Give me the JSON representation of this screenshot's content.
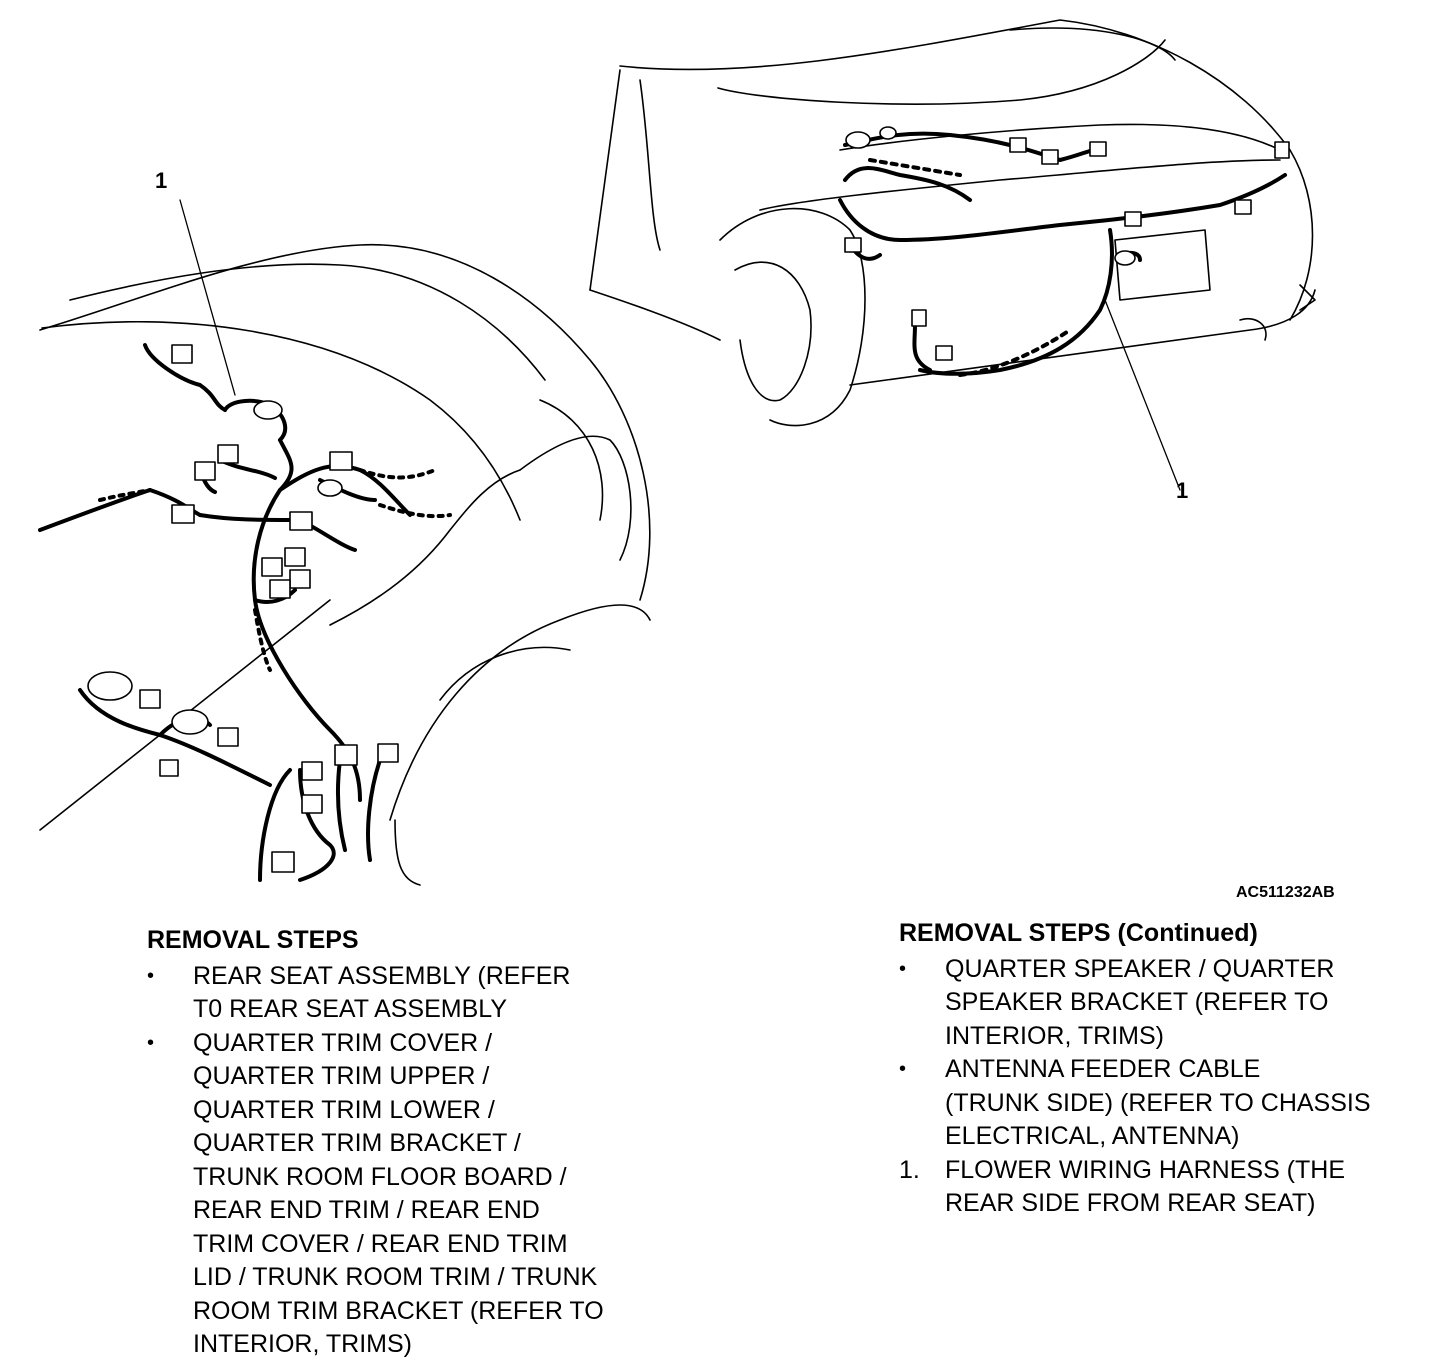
{
  "callouts": {
    "left": "1",
    "right": "1"
  },
  "figure_code": "AC511232AB",
  "left_steps": {
    "heading": "REMOVAL STEPS",
    "items": [
      {
        "marker": "•",
        "text": "REAR SEAT ASSEMBLY (REFER\nT0 REAR SEAT   ASSEMBLY"
      },
      {
        "marker": "•",
        "text": "QUARTER TRIM COVER /\nQUARTER TRIM UPPER /\nQUARTER TRIM LOWER /\nQUARTER TRIM BRACKET /\nTRUNK ROOM FLOOR BOARD /\nREAR END TRIM / REAR END\nTRIM COVER / REAR END TRIM\nLID / TRUNK ROOM TRIM / TRUNK\nROOM TRIM BRACKET (REFER TO\nINTERIOR, TRIMS)"
      }
    ]
  },
  "right_steps": {
    "heading": "REMOVAL STEPS (Continued)",
    "items": [
      {
        "marker": "•",
        "text": "QUARTER SPEAKER / QUARTER\nSPEAKER BRACKET (REFER TO\nINTERIOR, TRIMS)"
      },
      {
        "marker": "•",
        "text": "ANTENNA FEEDER CABLE\n(TRUNK SIDE) (REFER TO CHASSIS\nELECTRICAL, ANTENNA)"
      },
      {
        "marker": "1.",
        "text": "FLOWER WIRING HARNESS (THE\nREAR SIDE FROM REAR SEAT)"
      }
    ]
  }
}
